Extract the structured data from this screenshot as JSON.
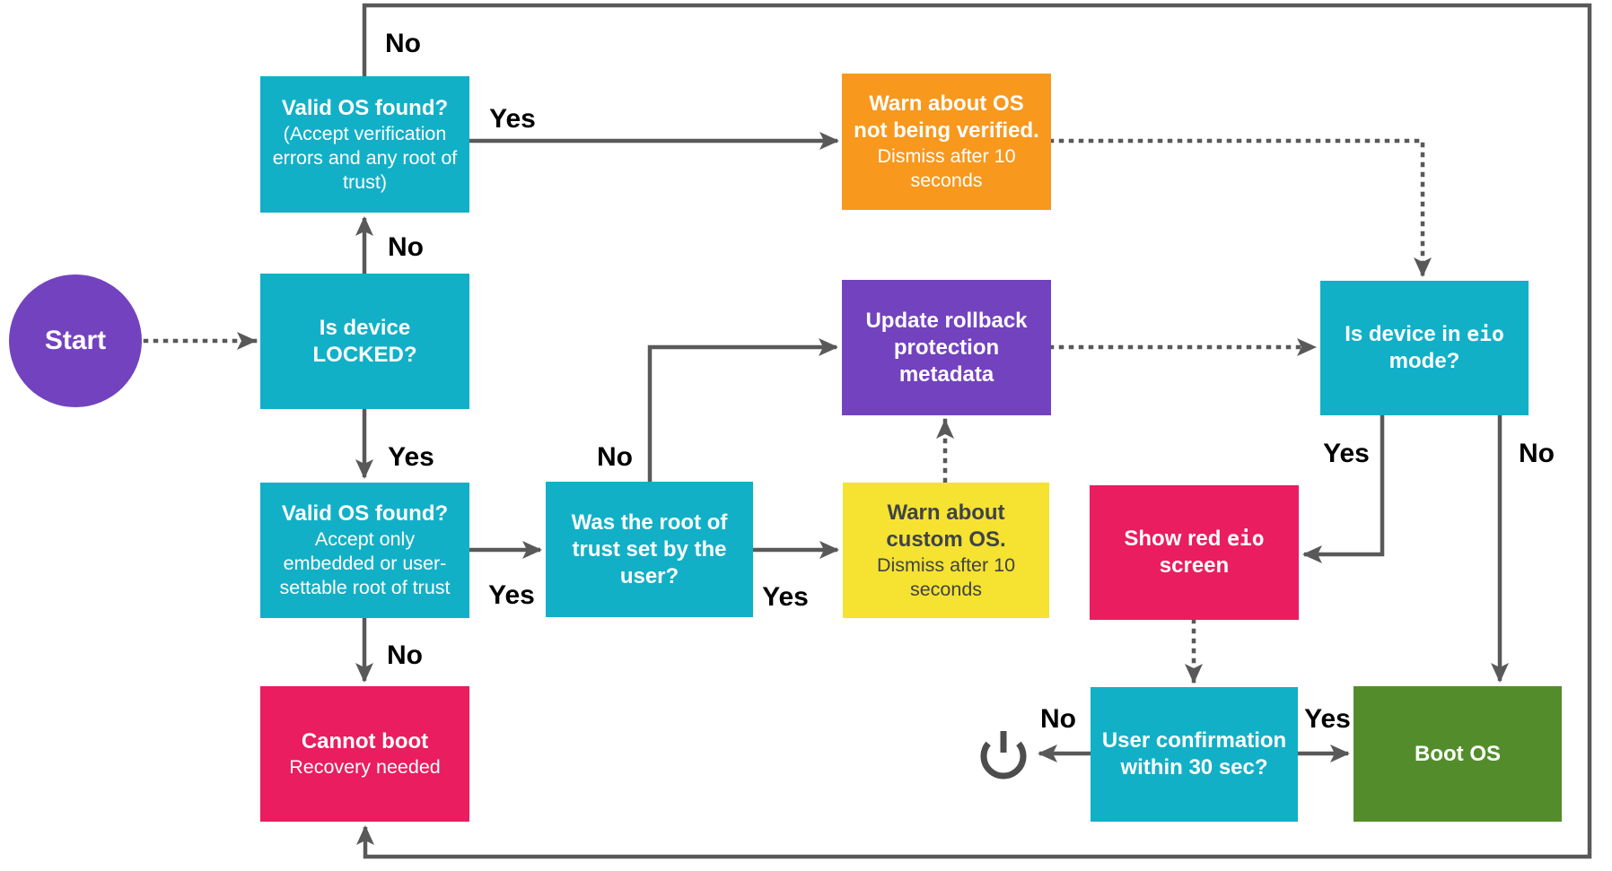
{
  "diagram": {
    "type": "flowchart",
    "start_label": "Start",
    "nodes": {
      "valid_os_any": {
        "title": "Valid OS found?",
        "subtitle": "(Accept verification errors and any root of trust)"
      },
      "warn_unverified": {
        "title": "Warn about OS not being verified.",
        "subtitle": "Dismiss after 10 seconds"
      },
      "is_locked": {
        "title": "Is device LOCKED?"
      },
      "update_rollback": {
        "title": "Update rollback protection metadata"
      },
      "is_eio": {
        "title_pre": "Is device in ",
        "title_mono": "eio",
        "title_post": " mode?"
      },
      "valid_os_user": {
        "title": "Valid OS found?",
        "subtitle": "Accept only embedded or user-settable root of trust"
      },
      "was_root_user": {
        "title": "Was the root of trust set by the user?"
      },
      "warn_custom": {
        "title": "Warn about custom OS.",
        "subtitle": "Dismiss after 10 seconds"
      },
      "show_red_eio": {
        "title_pre": "Show red ",
        "title_mono": "eio",
        "title_post": " screen"
      },
      "cannot_boot": {
        "title": "Cannot boot",
        "subtitle": "Recovery needed"
      },
      "user_confirm": {
        "title": "User confirmation within 30 sec?"
      },
      "boot_os": {
        "title": "Boot OS"
      }
    },
    "edge_labels": {
      "top_no": "No",
      "valid_any_yes": "Yes",
      "locked_no": "No",
      "locked_yes": "Yes",
      "valid_user_yes": "Yes",
      "valid_user_no": "No",
      "root_no": "No",
      "root_yes": "Yes",
      "eio_yes": "Yes",
      "eio_no": "No",
      "confirm_no": "No",
      "confirm_yes": "Yes"
    },
    "icons": {
      "power": "power-icon"
    },
    "colors": {
      "cyan": "#12b0c7",
      "purple": "#7342bf",
      "orange": "#f8981d",
      "yellow": "#f5e231",
      "pink": "#e91d5f",
      "green": "#538d2b",
      "arrow_gray": "#595959",
      "edge_label_text": "#000000",
      "box_text_light": "#ffffff",
      "box_text_dark": "#3f4347"
    }
  }
}
